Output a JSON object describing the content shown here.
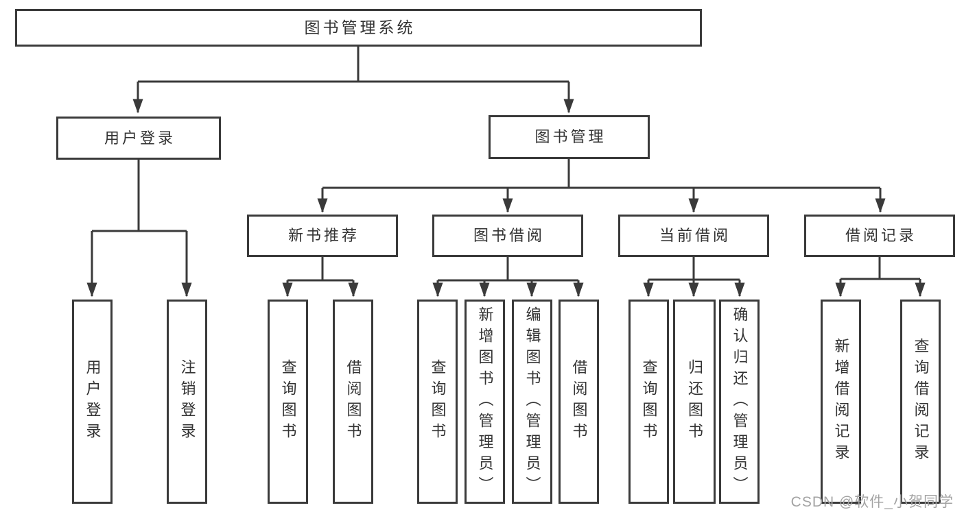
{
  "title": {
    "label": "图书管理系统"
  },
  "level1": {
    "user_login": "用户登录",
    "book_mgmt": "图书管理"
  },
  "level2": {
    "new_book_rec": "新书推荐",
    "book_borrow": "图书借阅",
    "current_borrow": "当前借阅",
    "borrow_records": "借阅记录"
  },
  "leaves": {
    "u1": "用户登录",
    "u2": "注销登录",
    "n1": "查询图书",
    "n2": "借阅图书",
    "b1": "查询图书",
    "b2": "新增图书（管理员）",
    "b3": "编辑图书（管理员）",
    "b4": "借阅图书",
    "c1": "查询图书",
    "c2": "归还图书",
    "c3": "确认归还（管理员）",
    "r1": "新增借阅记录",
    "r2": "查询借阅记录"
  },
  "watermark": "CSDN @软件_小贺同学",
  "colors": {
    "line": "#3a3a3a",
    "text": "#333333",
    "watermark": "#a3a3a3",
    "background": "#ffffff"
  }
}
